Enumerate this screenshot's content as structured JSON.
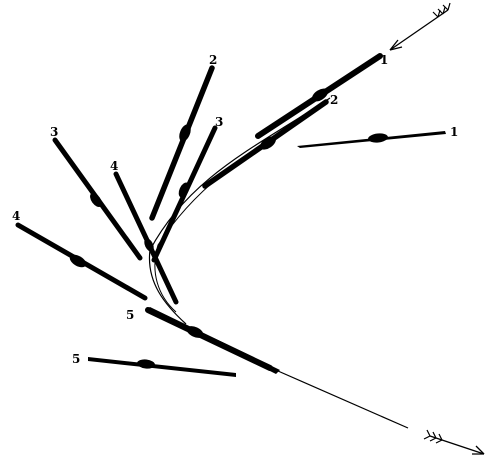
{
  "labels": [
    "1",
    "1",
    "2",
    "2",
    "3",
    "3",
    "4",
    "4",
    "5",
    "5"
  ],
  "colors": {
    "ink": "#000000",
    "paper": "#ffffff"
  },
  "icons": [
    "arrow-incoming-icon",
    "arrow-outgoing-icon"
  ]
}
